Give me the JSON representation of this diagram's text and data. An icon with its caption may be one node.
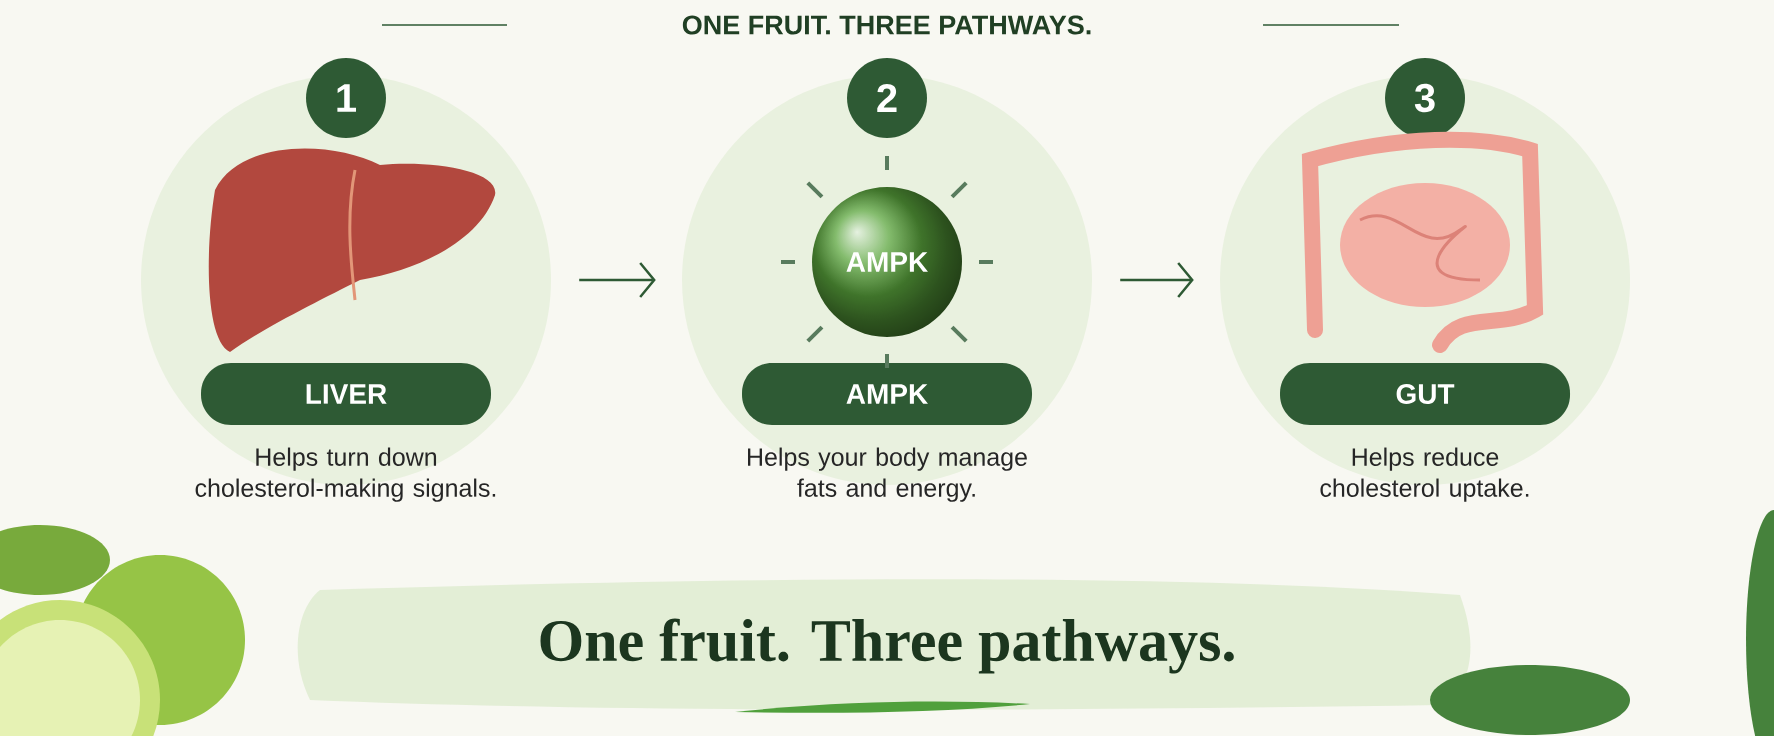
{
  "diagram": {
    "title": "ONE FRUIT. THREE PATHWAYS.",
    "caption": "One fruit. Three pathways.",
    "nodes": [
      {
        "text": [
          "1",
          "LIVER",
          "Helps turn down cholesterol-making signals."
        ]
      },
      {
        "text": [
          "2",
          "AMPK",
          "Helps your body manage fats and energy."
        ]
      },
      {
        "text": [
          "AMPK"
        ],
        "in": 1
      },
      {
        "text": [
          "3",
          "GUT",
          "Helps reduce cholesterol uptake."
        ]
      }
    ],
    "edges": [
      {
        "from": 0,
        "to": 1,
        "arrow": "to"
      },
      {
        "from": 1,
        "to": 3,
        "arrow": "to"
      }
    ]
  }
}
